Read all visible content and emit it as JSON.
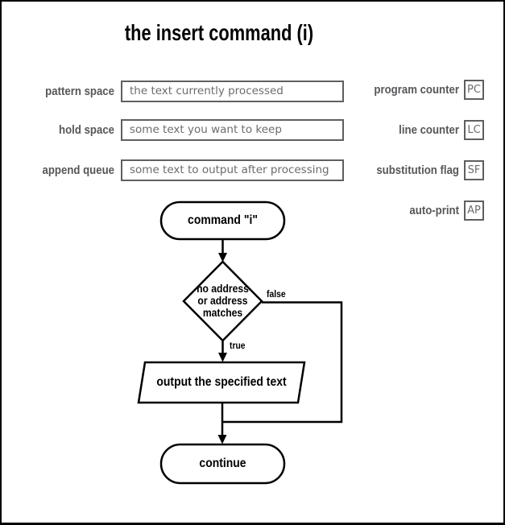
{
  "title": "the insert command (i)",
  "state": {
    "left_rows": [
      {
        "label": "pattern space",
        "value": "the text currently processed"
      },
      {
        "label": "hold space",
        "value": "some text you want to keep"
      },
      {
        "label": "append queue",
        "value": "some text to output after processing"
      }
    ],
    "right_rows": [
      {
        "label": "program counter",
        "abbr": "PC"
      },
      {
        "label": "line counter",
        "abbr": "LC"
      },
      {
        "label": "substitution flag",
        "abbr": "SF"
      },
      {
        "label": "auto-print",
        "abbr": "AP"
      }
    ]
  },
  "flowchart": {
    "start": "command \"i\"",
    "decision_lines": [
      "no address",
      "or address",
      "matches"
    ],
    "branch_false": "false",
    "branch_true": "true",
    "process": "output the specified text",
    "end": "continue"
  },
  "colors": {
    "ink": "#000000",
    "label_gray": "#57575a",
    "box_border_gray": "#5f5f5f",
    "box_text_gray": "#6c6c6c",
    "background": "#ffffff"
  }
}
